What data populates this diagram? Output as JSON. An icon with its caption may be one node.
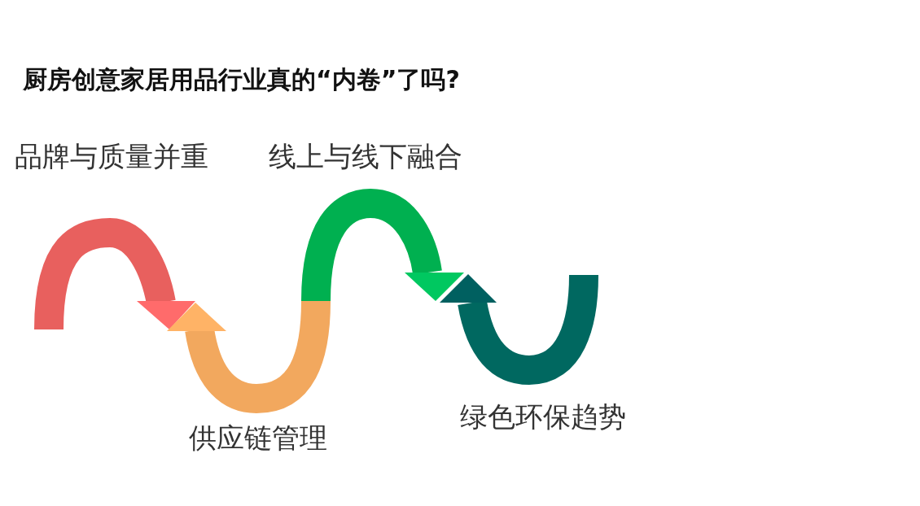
{
  "diagram": {
    "title": "厨房创意家居用品行业真的“内卷”了吗?",
    "labels": [
      "品牌与质量并重",
      "线上与线下融合",
      "供应链管理",
      "绿色环保趋势"
    ]
  }
}
